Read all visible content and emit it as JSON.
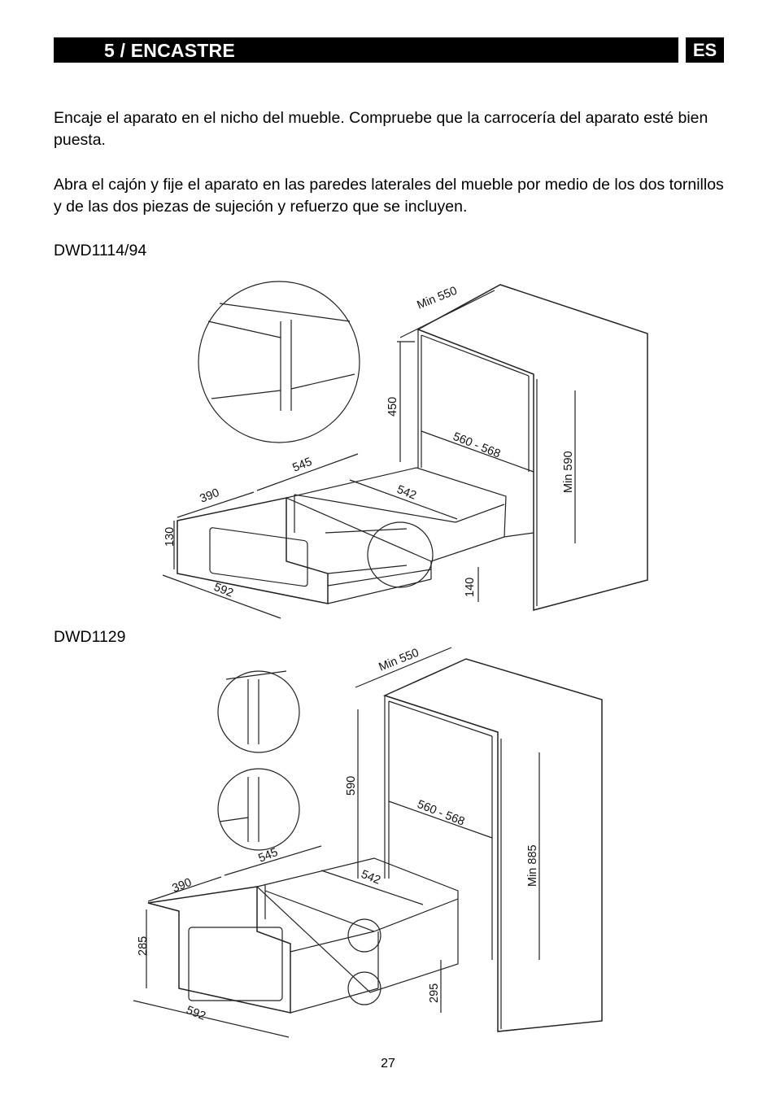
{
  "header": {
    "title": "5 / ENCASTRE",
    "lang": "ES"
  },
  "paragraphs": [
    "Encaje el aparato en el nicho del mueble. Compruebe que la carrocería del aparato esté bien puesta.",
    "Abra el cajón y fije el aparato en las paredes laterales del mueble por medio de los dos tornillos y de las dos piezas de sujeción y refuerzo que se incluyen."
  ],
  "figures": [
    {
      "model": "DWD1114/94",
      "dims": {
        "min550": "Min 550",
        "h450": "450",
        "w560": "560 - 568",
        "min590": "Min 590",
        "d545": "545",
        "d390": "390",
        "d542": "542",
        "h130": "130",
        "w592": "592",
        "h140": "140"
      }
    },
    {
      "model": "DWD1129",
      "dims": {
        "min550": "Min 550",
        "h590": "590",
        "w560": "560 - 568",
        "min885": "Min 885",
        "d545": "545",
        "d390": "390",
        "d542": "542",
        "h285": "285",
        "w592": "592",
        "h295": "295"
      }
    }
  ],
  "page_number": "27"
}
